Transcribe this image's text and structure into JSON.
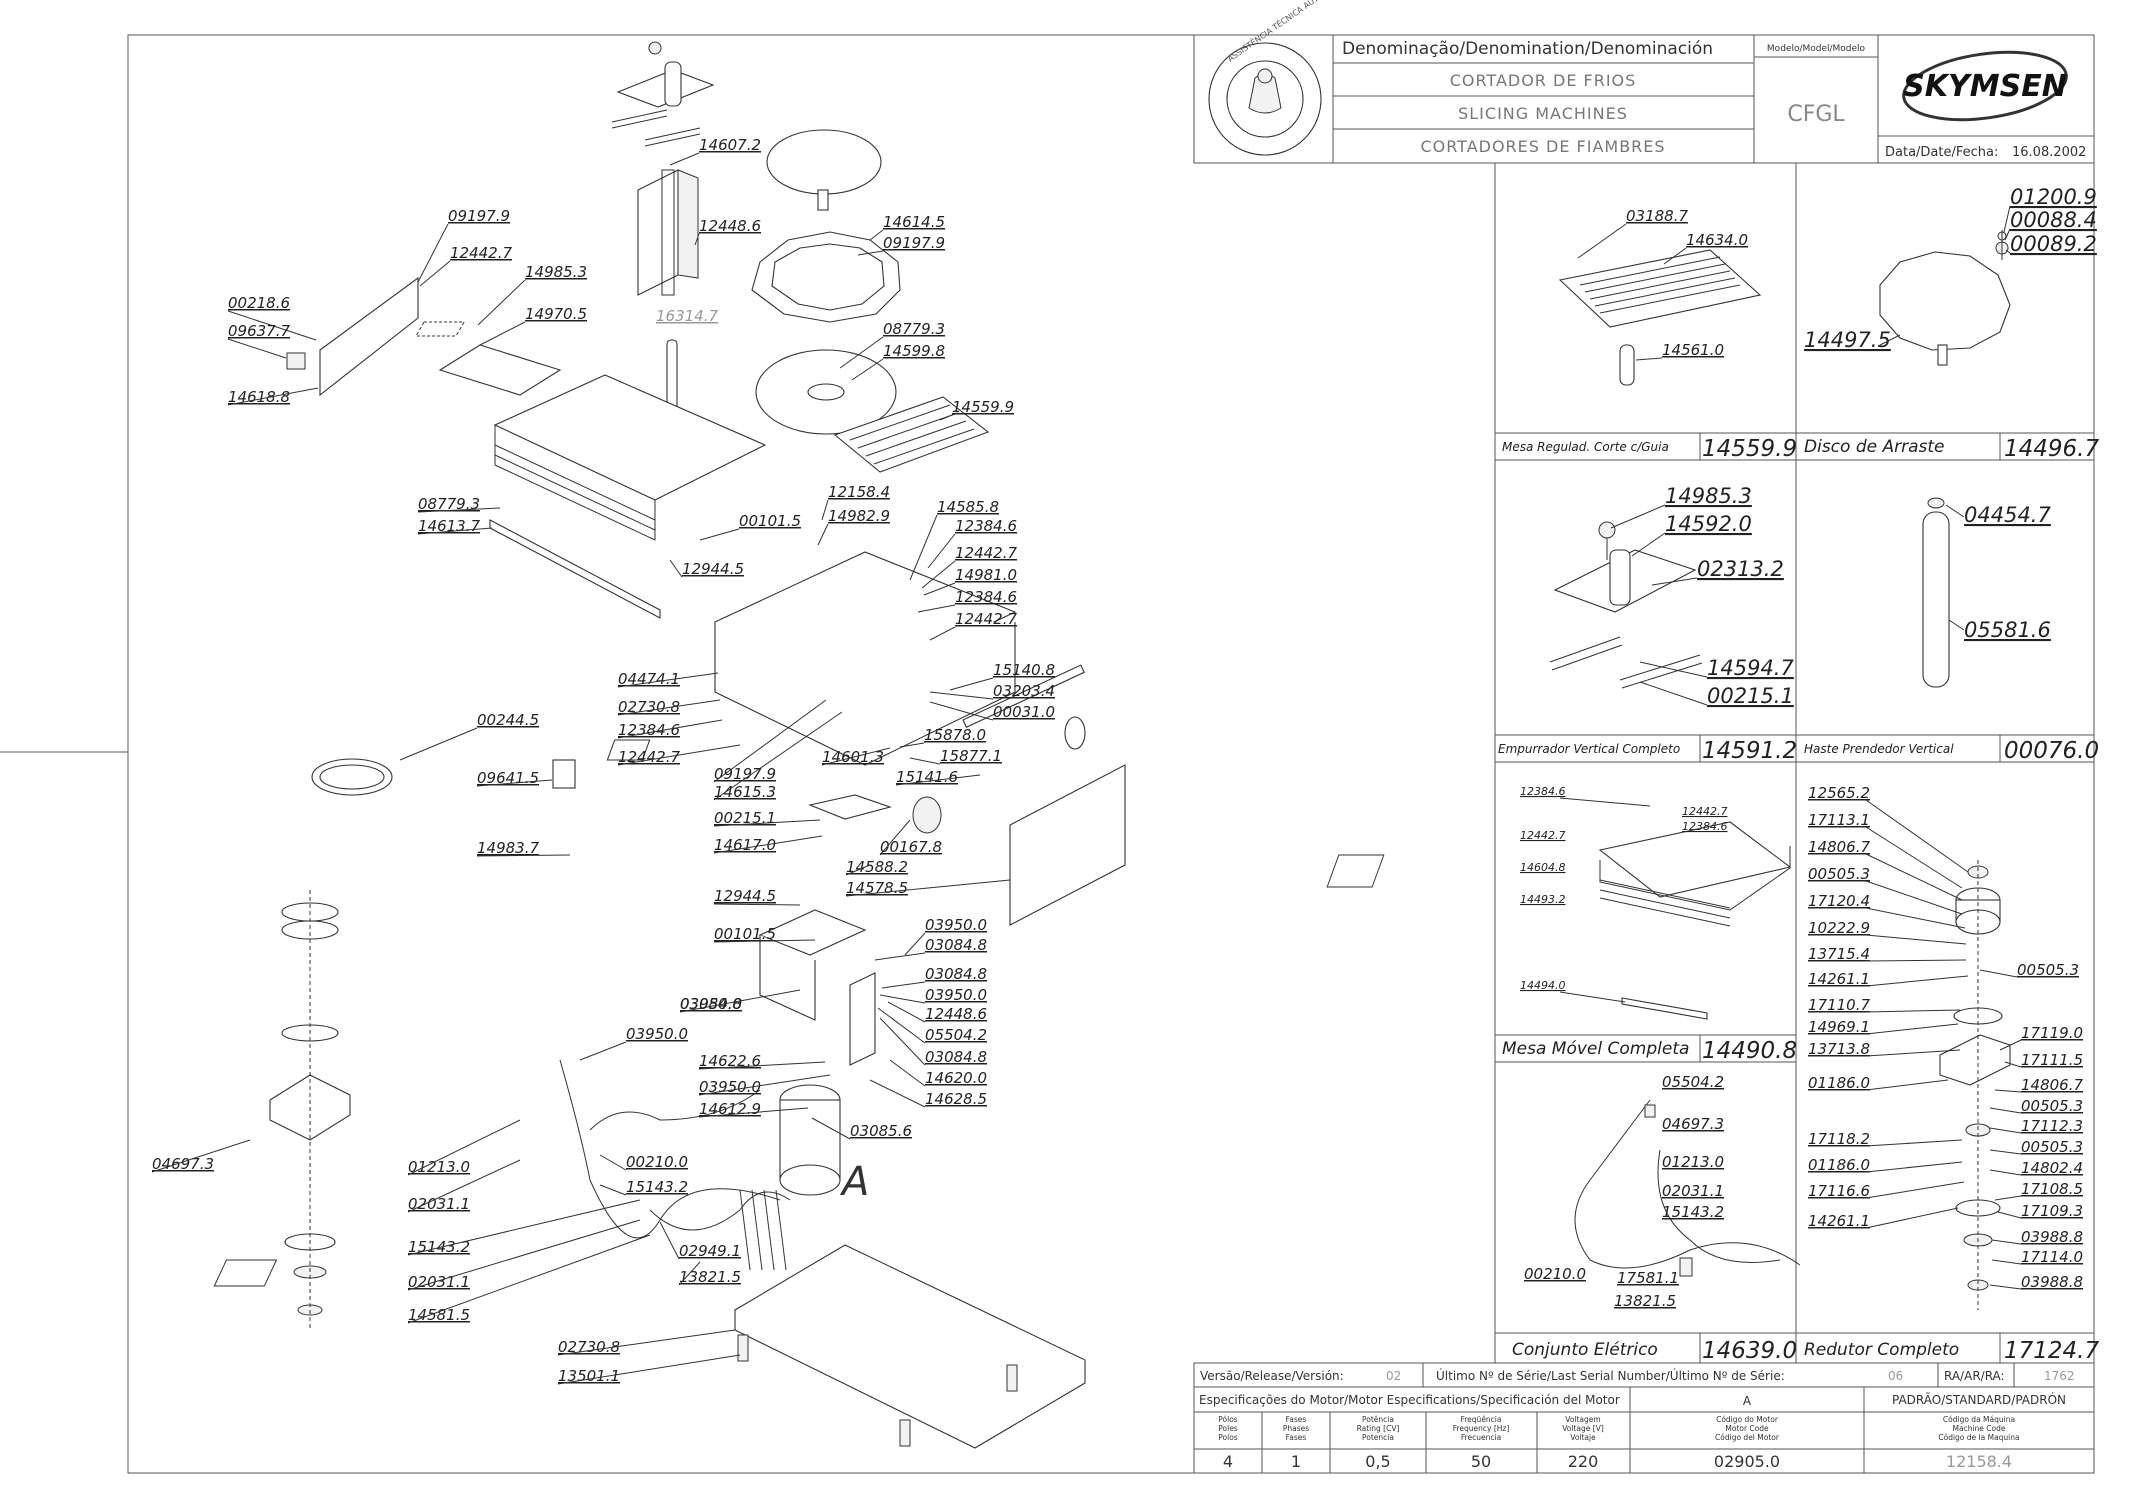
{
  "title_block": {
    "denomination_label": "Denominação/Denomination/Denominación",
    "name_pt": "CORTADOR DE FRIOS",
    "name_en": "SLICING MACHINES",
    "name_es": "CORTADORES DE FIAMBRES",
    "model_label": "Modelo/Model/Modelo",
    "model": "CFGL",
    "brand": "SKYMSEN",
    "date_label": "Data/Date/Fecha:",
    "date": "16.08.2002",
    "seal_text": "ASSISTÊNCIA TÉCNICA AUTORIZADA"
  },
  "footer": {
    "release_label": "Versão/Release/Versión:",
    "release": "02",
    "serial_label": "Último Nº de Série/Last Serial Number/Último Nº de Série:",
    "serial": "06",
    "ra_label": "RA/AR/RA:",
    "ra": "1762",
    "motor_spec_label": "Especificações do Motor/Motor Especifications/Specificación del Motor",
    "motor_variant": "A",
    "standard_label": "PADRÃO/STANDARD/PADRÓN",
    "headers": [
      [
        "Pólos",
        "Poles",
        "Polos"
      ],
      [
        "Fases",
        "Phases",
        "Fases"
      ],
      [
        "Potência",
        "Rating [CV]",
        "Potencia"
      ],
      [
        "Freqüência",
        "Frequency [Hz]",
        "Frecuencia"
      ],
      [
        "Voltagem",
        "Voltage [V]",
        "Voltaje"
      ],
      [
        "Código do Motor",
        "Motor Code",
        "Código del Motor"
      ],
      [
        "Código da Máquina",
        "Machine Code",
        "Código de la Maquina"
      ]
    ],
    "values": [
      "4",
      "1",
      "0,5",
      "50",
      "220",
      "02905.0",
      "12158.4"
    ]
  },
  "panels": [
    {
      "title": "Mesa Regulad. Corte c/Guia",
      "code": "14559.9"
    },
    {
      "title": "Disco de Arraste",
      "code": "14496.7"
    },
    {
      "title": "Empurrador Vertical Completo",
      "code": "14591.2"
    },
    {
      "title": "Haste Prendedor Vertical",
      "code": "00076.0"
    },
    {
      "title": "Mesa Móvel Completa",
      "code": "14490.8"
    },
    {
      "title": "Conjunto Elétrico",
      "code": "14639.0"
    },
    {
      "title": "Redutor Completo",
      "code": "17124.7"
    }
  ],
  "main_labels": [
    "14607.2",
    "12448.6",
    "09197.9",
    "14614.5",
    "09197.9",
    "12442.7",
    "00218.6",
    "09637.7",
    "14985.3",
    "14970.5",
    "16314.7",
    "08779.3",
    "14599.8",
    "14618.8",
    "14559.9",
    "08779.3",
    "14613.7",
    "12158.4",
    "14982.9",
    "00101.5",
    "14585.8",
    "12384.6",
    "12944.5",
    "12442.7",
    "14981.0",
    "12384.6",
    "12442.7",
    "04474.1",
    "15140.8",
    "02730.8",
    "03203.4",
    "12384.6",
    "00031.0",
    "12442.7",
    "09197.9",
    "15878.0",
    "14615.3",
    "14601.3",
    "15877.1",
    "15141.6",
    "00244.5",
    "09641.5",
    "14983.7",
    "00215.1",
    "14617.0",
    "00167.8",
    "14588.2",
    "14578.5",
    "12944.5",
    "03950.0",
    "03084.8",
    "00101.5",
    "03084.8",
    "03084.8",
    "03950.0",
    "03950.0",
    "12448.6",
    "05504.2",
    "03084.8",
    "03950.0",
    "14622.6",
    "03950.0",
    "14620.0",
    "14628.5",
    "14612.9",
    "03085.6",
    "04697.3",
    "01213.0",
    "00210.0",
    "02031.1",
    "15143.2",
    "15143.2",
    "02949.1",
    "02031.1",
    "13821.5",
    "14581.5",
    "02730.8",
    "13501.1",
    "A"
  ],
  "panel_labels": {
    "p1": [
      "03188.7",
      "14634.0",
      "14561.0"
    ],
    "p2": [
      "01200.9",
      "00088.4",
      "00089.2",
      "14497.5"
    ],
    "p3": [
      "14985.3",
      "14592.0",
      "02313.2",
      "14594.7",
      "00215.1"
    ],
    "p4": [
      "04454.7",
      "05581.6"
    ],
    "p5": [
      "12384.6",
      "12442.7",
      "12384.6",
      "12442.7",
      "14604.8",
      "14493.2",
      "14494.0"
    ],
    "p6": [
      "05504.2",
      "04697.3",
      "01213.0",
      "02031.1",
      "15143.2",
      "00210.0",
      "17581.1",
      "13821.5"
    ],
    "p7": [
      "12565.2",
      "17113.1",
      "14806.7",
      "00505.3",
      "17120.4",
      "10222.9",
      "13715.4",
      "00505.3",
      "14261.1",
      "17110.7",
      "14969.1",
      "17119.0",
      "13713.8",
      "17111.5",
      "01186.0",
      "14806.7",
      "00505.3",
      "17118.2",
      "17112.3",
      "01186.0",
      "00505.3",
      "17116.6",
      "14802.4",
      "17108.5",
      "14261.1",
      "17109.3",
      "03988.8",
      "17114.0",
      "03988.8"
    ]
  }
}
